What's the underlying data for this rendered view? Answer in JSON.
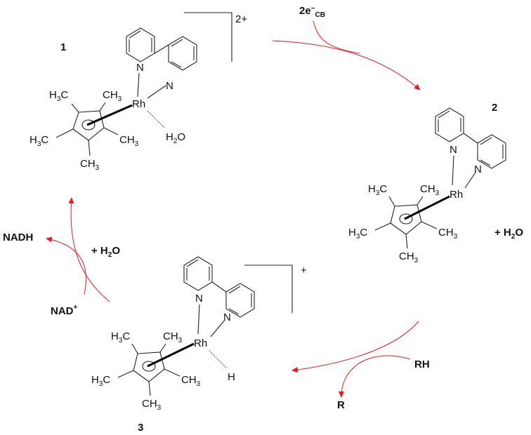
{
  "complex_1": {
    "number": "1",
    "charge": "2+",
    "metal": "Rh",
    "ligand": "H2O",
    "methyls": [
      "H3C",
      "CH3",
      "H3C",
      "CH3",
      "CH3"
    ]
  },
  "complex_2": {
    "number": "2",
    "metal": "Rh",
    "methyls": [
      "H3C",
      "CH3",
      "H3C",
      "CH3",
      "CH3"
    ]
  },
  "complex_3": {
    "number": "3",
    "charge": "+",
    "metal": "Rh",
    "ligand": "H",
    "methyls": [
      "H3C",
      "CH3",
      "H3C",
      "CH3",
      "CH3"
    ]
  },
  "pyridine_n": "N",
  "electrons": "2e",
  "electrons_sub": "CB",
  "plus_water": "+ H2O",
  "nadh": "NADH",
  "nad": "NAD",
  "nad_charge": "+",
  "rh_substrate": "RH",
  "r_product": "R",
  "colors": {
    "arrow": "#e8191f",
    "bond": "#222222"
  }
}
